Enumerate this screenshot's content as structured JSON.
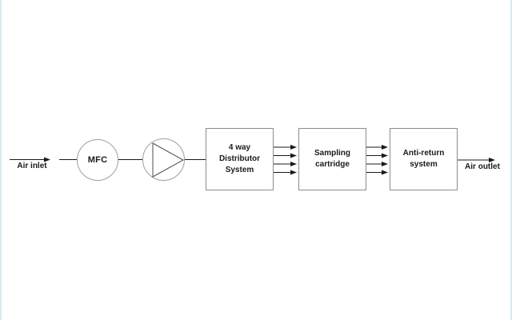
{
  "diagram": {
    "type": "process-flow",
    "flow_direction": "left-to-right",
    "parallel_channels": 4,
    "labels": {
      "air_inlet": "Air inlet",
      "mfc": "MFC",
      "distributor": "4 way\nDistributor\nSystem",
      "sampling": "Sampling\ncartridge",
      "anti_return": "Anti-return\nsystem",
      "air_outlet": "Air outlet"
    },
    "colors": {
      "background": "#ffffff",
      "connector": "#1a1a1a",
      "box_border": "#8c8c8c",
      "circle_border": "#9e9e9e",
      "pump_triangle": "#4d4d4d",
      "text": "#1a1a1a",
      "edge_tint": "#d8eaf1"
    }
  }
}
